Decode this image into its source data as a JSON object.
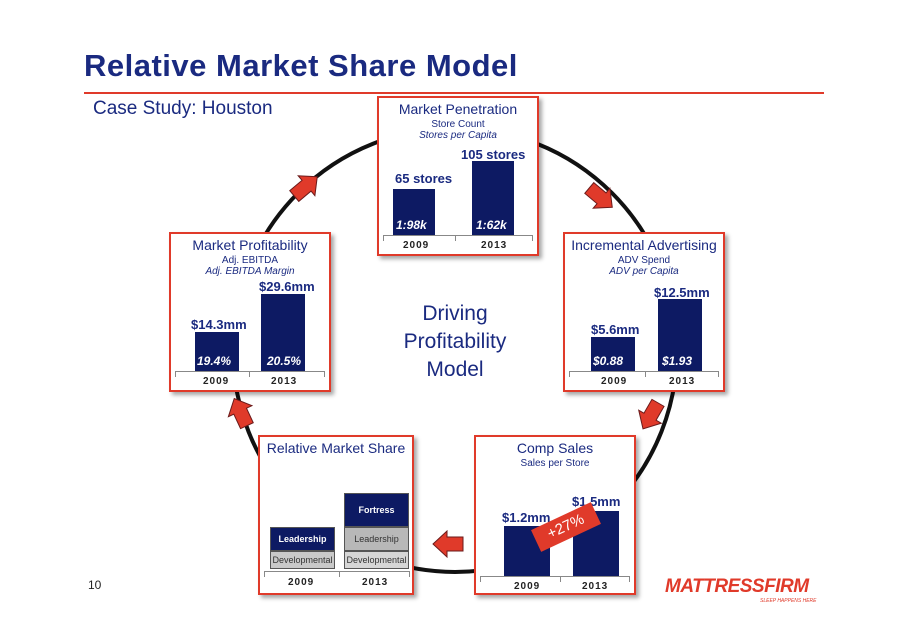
{
  "header": {
    "title": "Relative Market Share Model",
    "subtitle": "Case Study: Houston"
  },
  "center": {
    "lines": [
      "Driving",
      "Profitability",
      "Model"
    ]
  },
  "panels": {
    "market_penetration": {
      "title": "Market Penetration",
      "sub1": "Store Count",
      "sub2": "Stores per Capita",
      "years": [
        "2009",
        "2013"
      ],
      "labels": [
        "65 stores",
        "105 stores"
      ],
      "values": [
        65,
        105
      ],
      "inner": [
        "1:98k",
        "1:62k"
      ]
    },
    "incremental_advertising": {
      "title": "Incremental Advertising",
      "sub1": "ADV Spend",
      "sub2": "ADV per Capita",
      "years": [
        "2009",
        "2013"
      ],
      "labels": [
        "$5.6mm",
        "$12.5mm"
      ],
      "values": [
        5.6,
        12.5
      ],
      "inner": [
        "$0.88",
        "$1.93"
      ]
    },
    "comp_sales": {
      "title": "Comp Sales",
      "sub1": "Sales per Store",
      "years": [
        "2009",
        "2013"
      ],
      "labels": [
        "$1.2mm",
        "$1.5mm"
      ],
      "values": [
        1.2,
        1.5
      ],
      "badge": "+27%"
    },
    "relative_market_share": {
      "title": "Relative Market Share",
      "years": [
        "2009",
        "2013"
      ],
      "left_stack": [
        "Leadership",
        "Developmental"
      ],
      "right_stack": [
        "Fortress",
        "Leadership",
        "Developmental"
      ]
    },
    "market_profitability": {
      "title": "Market Profitability",
      "sub1": "Adj. EBITDA",
      "sub2": "Adj. EBITDA Margin",
      "years": [
        "2009",
        "2013"
      ],
      "labels": [
        "$14.3mm",
        "$29.6mm"
      ],
      "values": [
        14.3,
        29.6
      ],
      "inner": [
        "19.4%",
        "20.5%"
      ]
    }
  },
  "footer": {
    "page_number": "10",
    "logo": "MATTRESSFIRM",
    "logo_tagline": "SLEEP HAPPENS HERE"
  },
  "colors": {
    "navy": "#0d1a63",
    "text_blue": "#1a2a80",
    "accent_red": "#e03a2a"
  }
}
